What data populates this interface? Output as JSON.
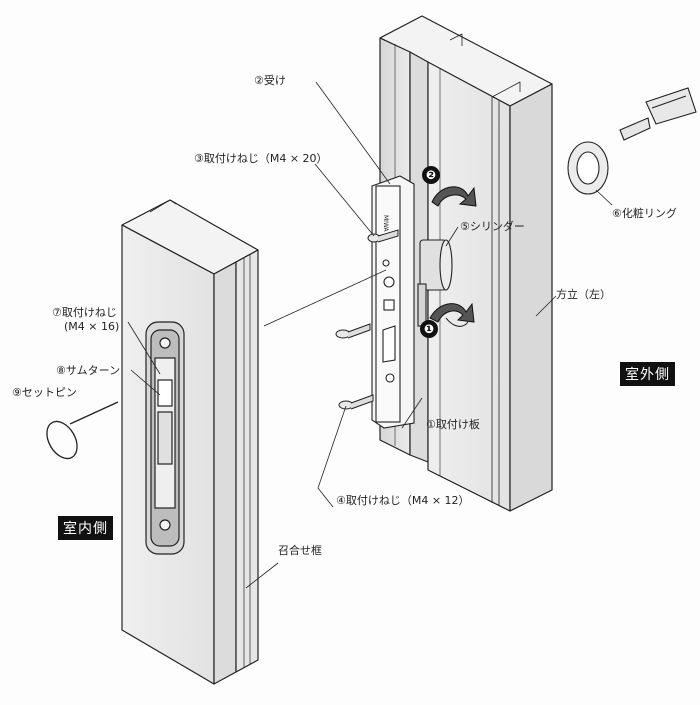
{
  "labels": {
    "receiver": "②受け",
    "screw_receiver": "③取付けねじ（M4 × 20）",
    "cylinder": "⑤シリンダー",
    "trim_ring": "⑥化粧リング",
    "mount_screw_inner_line1": "⑦取付けねじ",
    "mount_screw_inner_line2": "(M4 × 16)",
    "thumb_turn": "⑧サムターン",
    "set_pin": "⑨セットピン",
    "mount_plate": "①取付け板",
    "screw_plate": "④取付けねじ（M4 × 12）",
    "frame_left": "方立（左）",
    "meeting_frame": "召合せ框",
    "outdoor_side": "室外側",
    "indoor_side": "室内側"
  },
  "step_marks": [
    "❷",
    "❶"
  ],
  "brand": "MIWA",
  "colors": {
    "line": "#222222",
    "panel": "#e9e9e9",
    "panel_dark": "#cfcfcf",
    "panel_light": "#f4f4f4"
  }
}
